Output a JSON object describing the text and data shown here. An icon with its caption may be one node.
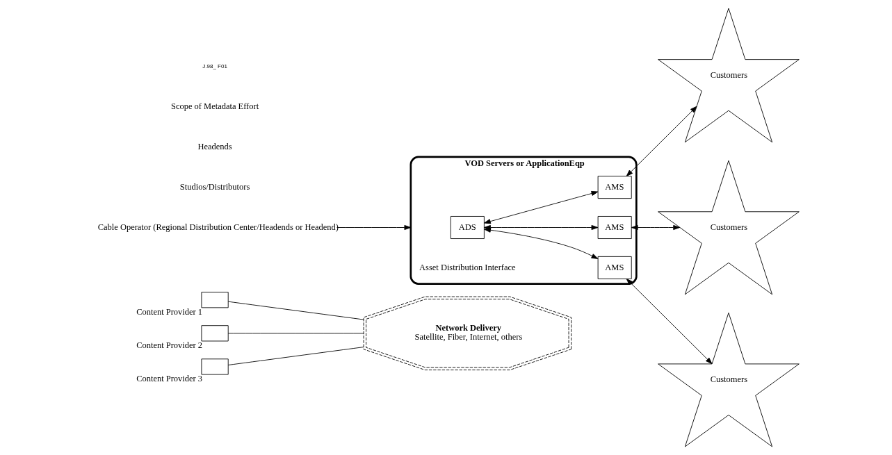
{
  "diagram": {
    "nodes": [
      {
        "text": [],
        "shape": "box",
        "beside": [
          "Content Provider 1"
        ]
      },
      {
        "text": [],
        "shape": "box",
        "beside": [
          "Content Provider 2"
        ]
      },
      {
        "text": [],
        "shape": "box",
        "beside": [
          "Content Provider 3"
        ]
      },
      {
        "text": [
          "Network Delivery",
          "Satellite, Fiber, Internet, others"
        ]
      },
      {
        "text": [
          "Cable Operator (Regional Distribution Center/Headends or Headend)"
        ]
      },
      {
        "text": [
          "VOD Servers or ApplicationEqp"
        ]
      },
      {
        "text": [
          "ADS"
        ],
        "in": 5
      },
      {
        "text": [
          "AMS"
        ],
        "in": 5
      },
      {
        "text": [
          "AMS"
        ],
        "in": 5
      },
      {
        "text": [
          "AMS"
        ],
        "in": 5
      },
      {
        "text": [
          "Customers"
        ]
      },
      {
        "text": [
          "Customers"
        ]
      },
      {
        "text": [
          "Customers"
        ]
      }
    ],
    "edges": [
      {
        "from": 0,
        "to": 3,
        "arrow": "none"
      },
      {
        "from": 1,
        "to": 3,
        "arrow": "none"
      },
      {
        "from": 2,
        "to": 3,
        "arrow": "none"
      },
      {
        "from": 4,
        "to": 5,
        "arrow": "to"
      },
      {
        "from": 6,
        "to": 7,
        "arrow": "both"
      },
      {
        "from": 6,
        "to": 8,
        "arrow": "both"
      },
      {
        "from": 6,
        "to": 9,
        "arrow": "both"
      },
      {
        "from": 7,
        "to": 10,
        "arrow": "both"
      },
      {
        "from": 8,
        "to": 11,
        "arrow": "both"
      },
      {
        "from": 9,
        "to": 12,
        "arrow": "both"
      }
    ],
    "labels": [
      "Studios/Distributors",
      "Asset Distribution Interface",
      "Headends",
      "Scope of Metadata Effort",
      "J.98_ F01"
    ]
  }
}
